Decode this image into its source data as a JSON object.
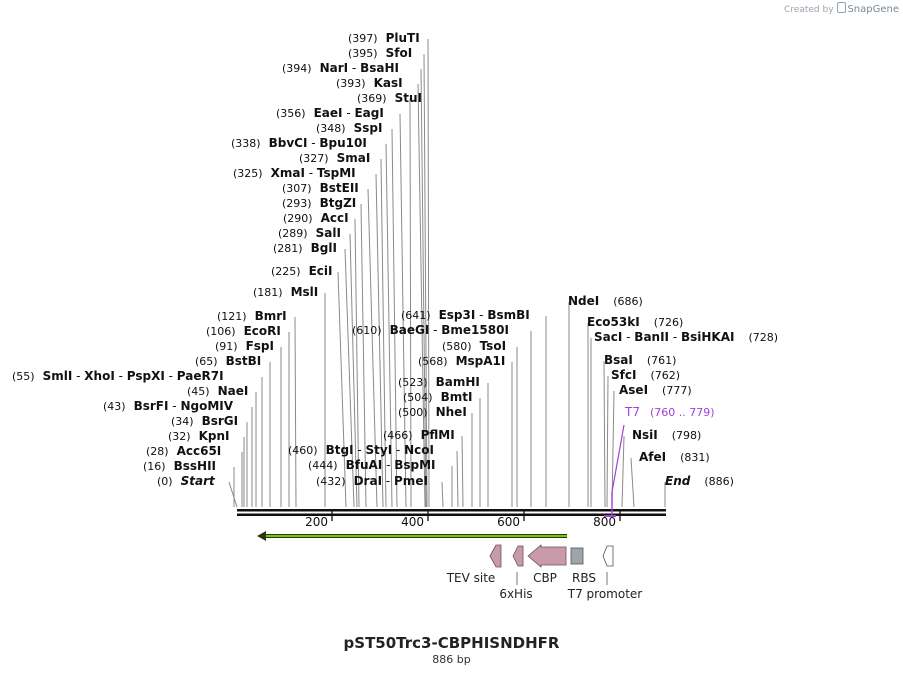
{
  "credit": {
    "prefix": "Created by",
    "brand": "SnapGene"
  },
  "plasmid": {
    "name": "pST50Trc3-CBPHISNDHFR",
    "length_label": "886 bp"
  },
  "axis": {
    "ticks": [
      "200",
      "400",
      "600",
      "800"
    ]
  },
  "sites": [
    {
      "pos": "(397)",
      "names": [
        "PluTI"
      ]
    },
    {
      "pos": "(395)",
      "names": [
        "SfoI"
      ]
    },
    {
      "pos": "(394)",
      "names": [
        "NarI",
        "BsaHI"
      ]
    },
    {
      "pos": "(393)",
      "names": [
        "KasI"
      ]
    },
    {
      "pos": "(369)",
      "names": [
        "StuI"
      ]
    },
    {
      "pos": "(356)",
      "names": [
        "EaeI",
        "EagI"
      ]
    },
    {
      "pos": "(348)",
      "names": [
        "SspI"
      ]
    },
    {
      "pos": "(338)",
      "names": [
        "BbvCI",
        "Bpu10I"
      ]
    },
    {
      "pos": "(327)",
      "names": [
        "SmaI"
      ]
    },
    {
      "pos": "(325)",
      "names": [
        "XmaI",
        "TspMI"
      ]
    },
    {
      "pos": "(307)",
      "names": [
        "BstEII"
      ]
    },
    {
      "pos": "(293)",
      "names": [
        "BtgZI"
      ]
    },
    {
      "pos": "(290)",
      "names": [
        "AccI"
      ]
    },
    {
      "pos": "(289)",
      "names": [
        "SalI"
      ]
    },
    {
      "pos": "(281)",
      "names": [
        "BglI"
      ]
    },
    {
      "pos": "(225)",
      "names": [
        "EciI"
      ]
    },
    {
      "pos": "(181)",
      "names": [
        "MslI"
      ]
    },
    {
      "pos": "(121)",
      "names": [
        "BmrI"
      ]
    },
    {
      "pos": "(106)",
      "names": [
        "EcoRI"
      ]
    },
    {
      "pos": "(91)",
      "names": [
        "FspI"
      ]
    },
    {
      "pos": "(65)",
      "names": [
        "BstBI"
      ]
    },
    {
      "pos": "(55)",
      "names": [
        "SmlI",
        "XhoI",
        "PspXI",
        "PaeR7I"
      ]
    },
    {
      "pos": "(45)",
      "names": [
        "NaeI"
      ]
    },
    {
      "pos": "(43)",
      "names": [
        "BsrFI",
        "NgoMIV"
      ]
    },
    {
      "pos": "(34)",
      "names": [
        "BsrGI"
      ]
    },
    {
      "pos": "(32)",
      "names": [
        "KpnI"
      ]
    },
    {
      "pos": "(28)",
      "names": [
        "Acc65I"
      ]
    },
    {
      "pos": "(16)",
      "names": [
        "BssHII"
      ]
    },
    {
      "pos": "(0)",
      "names": [
        "Start"
      ]
    },
    {
      "pos": "(641)",
      "names": [
        "Esp3I",
        "BsmBI"
      ]
    },
    {
      "pos": "(610)",
      "names": [
        "BaeGI",
        "Bme1580I"
      ]
    },
    {
      "pos": "(580)",
      "names": [
        "TsoI"
      ]
    },
    {
      "pos": "(568)",
      "names": [
        "MspA1I"
      ]
    },
    {
      "pos": "(523)",
      "names": [
        "BamHI"
      ]
    },
    {
      "pos": "(504)",
      "names": [
        "BmtI"
      ]
    },
    {
      "pos": "(500)",
      "names": [
        "NheI"
      ]
    },
    {
      "pos": "(466)",
      "names": [
        "PflMI"
      ]
    },
    {
      "pos": "(460)",
      "names": [
        "BtgI",
        "StyI",
        "NcoI"
      ]
    },
    {
      "pos": "(444)",
      "names": [
        "BfuAI",
        "BspMI"
      ]
    },
    {
      "pos": "(432)",
      "names": [
        "DraI",
        "PmeI"
      ]
    },
    {
      "pos": "(686)",
      "names": [
        "NdeI"
      ]
    },
    {
      "pos": "(726)",
      "names": [
        "Eco53kI"
      ]
    },
    {
      "pos": "(728)",
      "names": [
        "SacI",
        "BanII",
        "BsiHKAI"
      ]
    },
    {
      "pos": "(761)",
      "names": [
        "BsaI"
      ]
    },
    {
      "pos": "(762)",
      "names": [
        "SfcI"
      ]
    },
    {
      "pos": "(777)",
      "names": [
        "AseI"
      ]
    },
    {
      "pos": "(760 .. 779)",
      "names": [
        "T7"
      ]
    },
    {
      "pos": "(798)",
      "names": [
        "NsiI"
      ]
    },
    {
      "pos": "(831)",
      "names": [
        "AfeI"
      ]
    },
    {
      "pos": "(886)",
      "names": [
        "End"
      ]
    }
  ],
  "features": [
    {
      "label": "TEV site",
      "color": "#c99aaa"
    },
    {
      "label": "6xHis",
      "color": "#c99aaa"
    },
    {
      "label": "CBP",
      "color": "#c99aaa"
    },
    {
      "label": "RBS",
      "color": "#9ea4ac"
    },
    {
      "label": "T7 promoter",
      "color": "#ffffff"
    }
  ],
  "colors": {
    "orf_arrow": "#7dc300",
    "primer": "#a040e0",
    "feature_pink": "#c99aaa",
    "text": "#111111"
  }
}
